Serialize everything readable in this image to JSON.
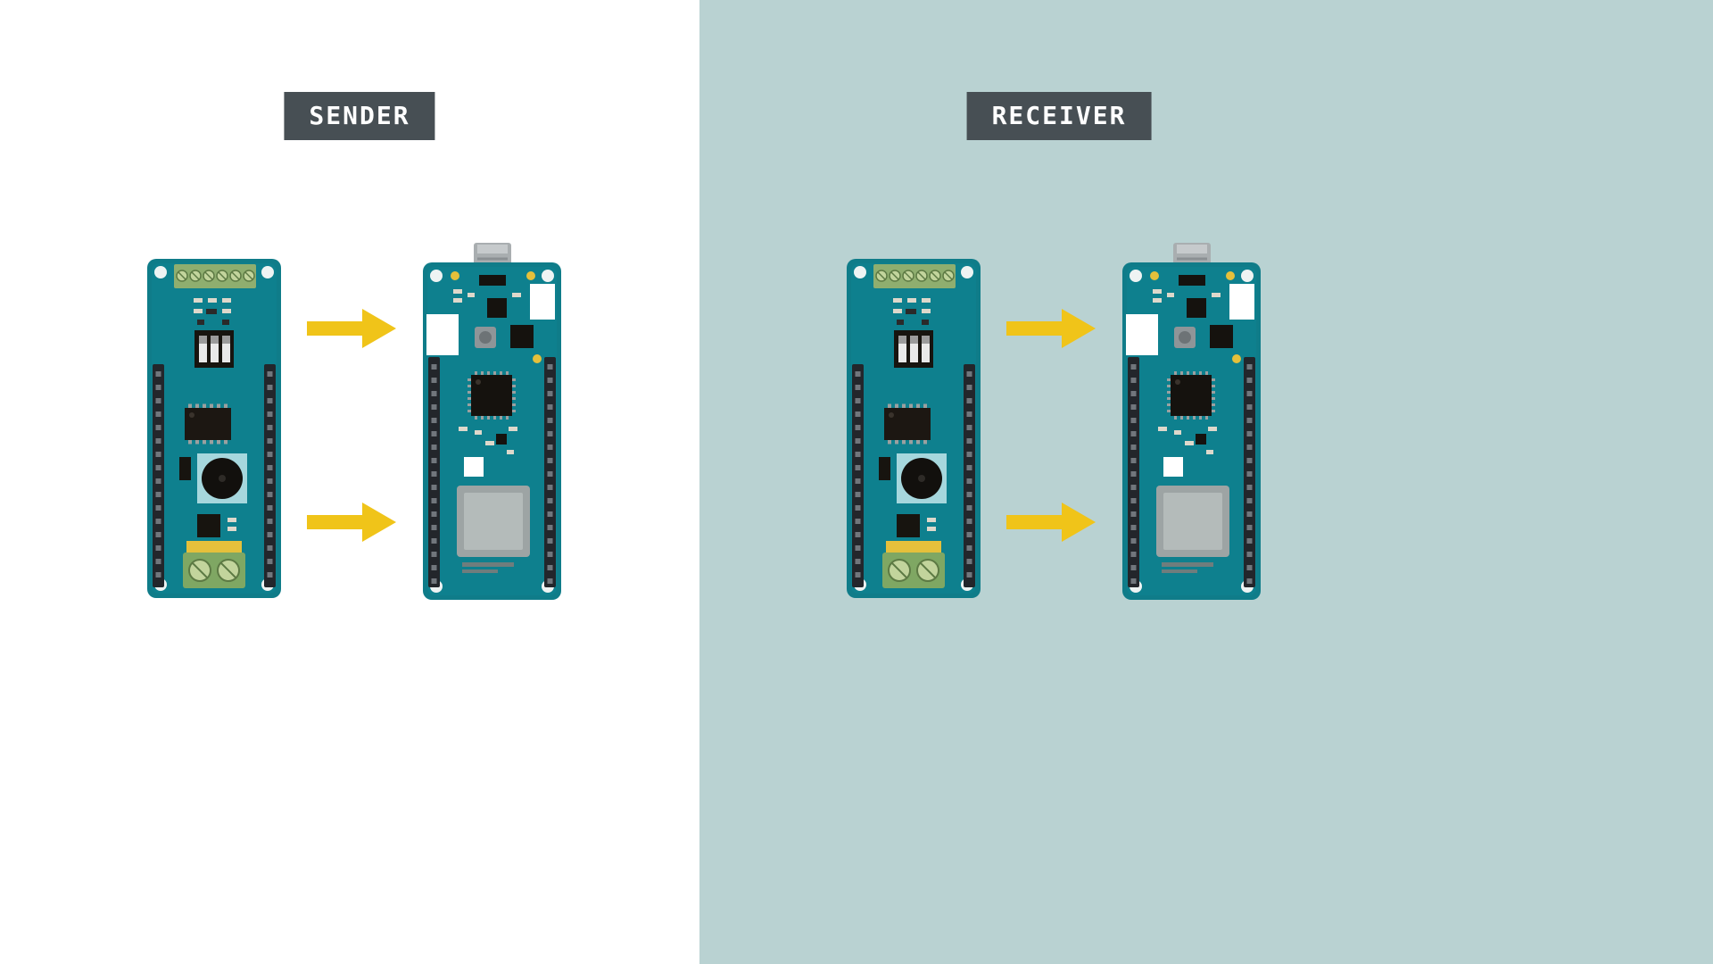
{
  "panels": [
    {
      "id": "sender",
      "label": "SENDER"
    },
    {
      "id": "receiver",
      "label": "RECEIVER"
    }
  ],
  "colors": {
    "sender_background": "#ffffff",
    "receiver_background": "#b9d2d2",
    "label_background": "#474f54",
    "label_text": "#ffffff",
    "arrow_yellow": "#f0c419",
    "board_teal": "#0f7c89"
  },
  "boards": {
    "left_board_type": "arduino-mkr-screw-terminal-shield",
    "right_board_type": "arduino-mkr-wifi-board"
  }
}
